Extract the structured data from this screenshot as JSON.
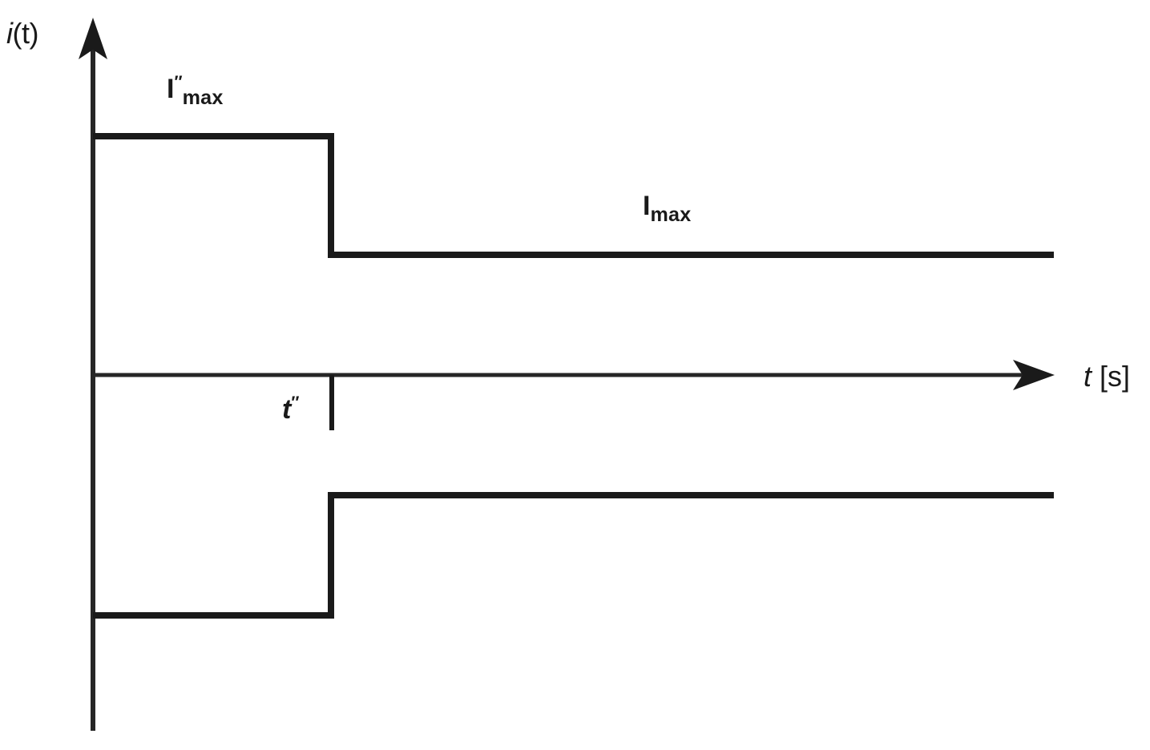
{
  "figure": {
    "background_color": "#ffffff",
    "line_color": "#1a1a1a",
    "axis_color": "#262626",
    "y_axis_label_italic": "i",
    "y_axis_label_rest": "(t)",
    "x_axis_label_italic": "t",
    "x_axis_label_rest": " [s]",
    "peak_label_base": "I",
    "peak_label_sup": "″",
    "peak_label_sub": "max",
    "steady_label_base": "I",
    "steady_label_sub": "max",
    "time_label_base": "t",
    "time_label_sup": "″"
  },
  "chart_data": {
    "type": "line",
    "title": "",
    "subtitle": "",
    "xlabel": "t [s]",
    "ylabel": "i(t)",
    "grid": false,
    "legend": "none",
    "xlim": [
      0,
      1.0
    ],
    "ylim": [
      -1.0,
      1.0
    ],
    "description": "Symmetrical short-circuit current envelope: an initial subtransient peak level I″max held until time t″, then a step change to the steady maximum level Imax. The lower trace is the mirror image (negative envelope).",
    "annotations": [
      {
        "text": "I″max",
        "x": 0.25,
        "y": 0.79,
        "note": "upper initial plateau level label"
      },
      {
        "text": "Imax",
        "x": 0.58,
        "y": 0.52,
        "note": "upper steady plateau level label"
      },
      {
        "text": "t″",
        "x": 0.25,
        "y": -0.08,
        "note": "transition time label below axis"
      }
    ],
    "tick_marks": [
      {
        "axis": "x",
        "value": 0.25,
        "label": "t″"
      }
    ],
    "series": [
      {
        "name": "upper envelope",
        "x": [
          0.0,
          0.25,
          0.25,
          1.0
        ],
        "y": [
          0.85,
          0.85,
          0.51,
          0.51
        ]
      },
      {
        "name": "lower envelope",
        "x": [
          0.0,
          0.25,
          0.25,
          1.0
        ],
        "y": [
          -0.85,
          -0.85,
          -0.51,
          -0.51
        ]
      }
    ],
    "levels": {
      "subtransient_peak": 0.85,
      "steady_peak": 0.51,
      "transition_time": 0.25
    }
  }
}
